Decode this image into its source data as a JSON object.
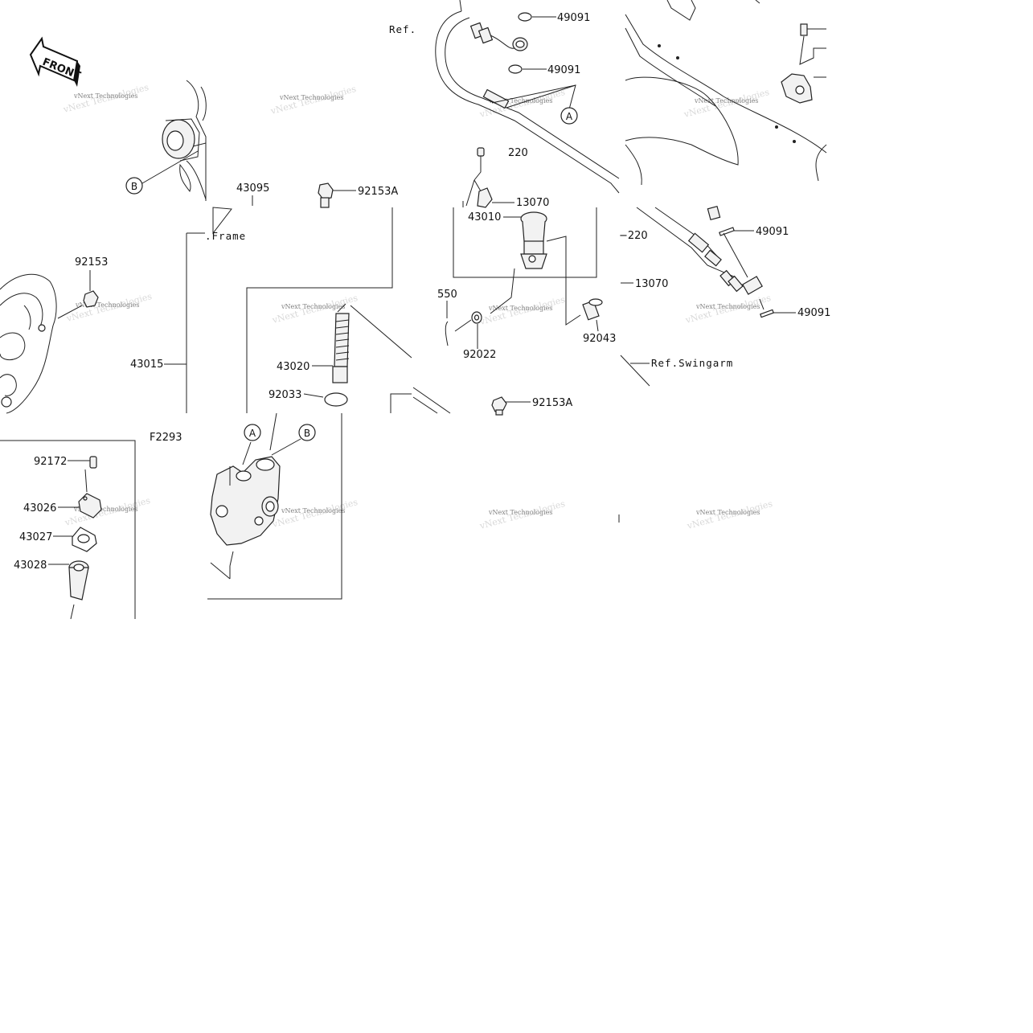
{
  "diagram": {
    "code": "F2293",
    "watermark": "vNext Technologies",
    "front_label": "FRONT",
    "refs": {
      "frame": ".Frame",
      "ref": "Ref.",
      "swingarm": "Ref.Swingarm"
    },
    "markers": {
      "a": "A",
      "b": "B"
    },
    "parts": {
      "p49091": "49091",
      "p220": "220",
      "p13070": "13070",
      "p43010": "43010",
      "p43095": "43095",
      "p92153a": "92153A",
      "p92153": "92153",
      "p43015": "43015",
      "p550": "550",
      "p92022": "92022",
      "p92043": "92043",
      "p43020": "43020",
      "p92033": "92033",
      "p92172": "92172",
      "p43026": "43026",
      "p43027": "43027",
      "p43028": "43028",
      "dash220": "−220",
      "dash13070": "—13070"
    }
  }
}
